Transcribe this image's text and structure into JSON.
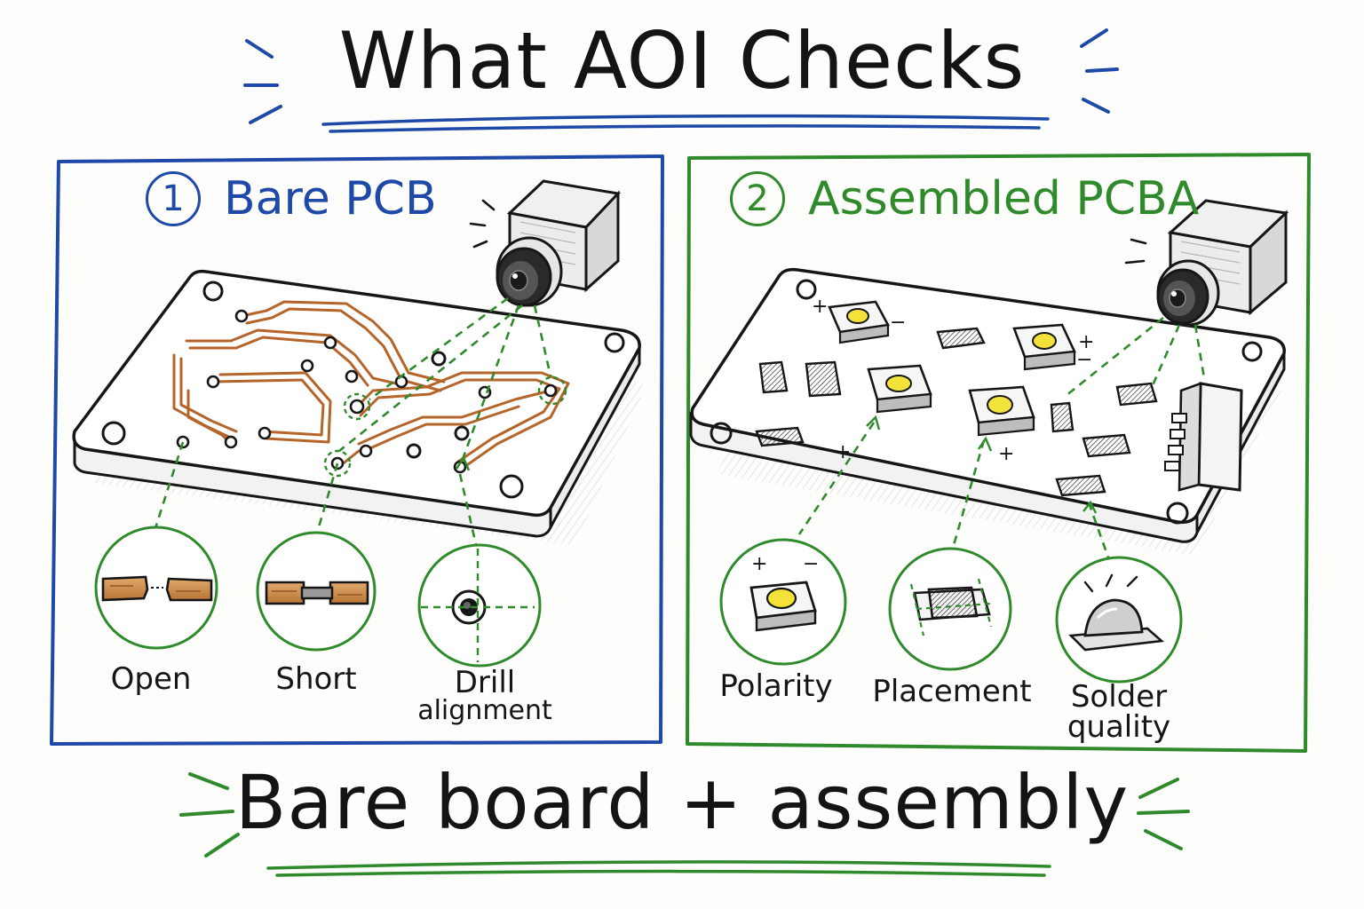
{
  "title": "What AOI Checks",
  "footer": "Bare board + assembly",
  "colors": {
    "bare_panel": "#1f49a8",
    "assembled_panel": "#2f8a2c",
    "copper_trace": "#b5652a",
    "component_pad": "#f2e23a",
    "ink": "#161616"
  },
  "panels": [
    {
      "number": "1",
      "heading": "Bare PCB",
      "checks": [
        {
          "label": "Open",
          "icon": "open-trace-icon"
        },
        {
          "label": "Short",
          "icon": "short-trace-icon"
        },
        {
          "label": "Drill alignment",
          "label_lines": [
            "Drill",
            "alignment"
          ],
          "icon": "drill-hole-icon"
        }
      ]
    },
    {
      "number": "2",
      "heading": "Assembled PCBA",
      "checks": [
        {
          "label": "Polarity",
          "icon": "polarity-component-icon"
        },
        {
          "label": "Placement",
          "icon": "placement-component-icon"
        },
        {
          "label": "Solder quality",
          "label_lines": [
            "Solder",
            "quality"
          ],
          "icon": "solder-joint-icon"
        }
      ]
    }
  ],
  "icons": {
    "inspection_camera": "camera-icon",
    "bare_board": "bare-pcb-board-illustration",
    "assembled_board": "assembled-pcba-board-illustration"
  },
  "symbols": {
    "plus": "+",
    "minus": "−"
  }
}
